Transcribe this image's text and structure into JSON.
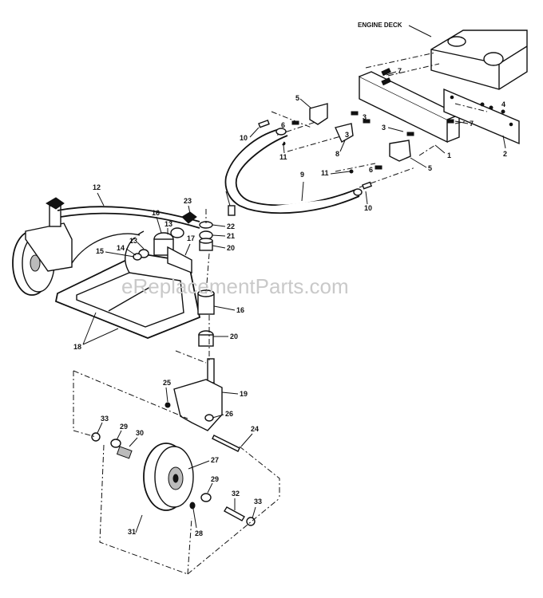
{
  "header": {
    "engine_deck": "ENGINE DECK"
  },
  "watermark": "eReplacementParts.com",
  "callouts": {
    "c1": "1",
    "c2": "2",
    "c3a": "3",
    "c3b": "3",
    "c3c": "3",
    "c4": "4",
    "c5a": "5",
    "c5b": "5",
    "c6a": "6",
    "c6b": "6",
    "c7a": "7",
    "c7b": "7",
    "c8": "8",
    "c9": "9",
    "c10a": "10",
    "c10b": "10",
    "c11a": "11",
    "c11b": "11",
    "c12": "12",
    "c13a": "13",
    "c13b": "13",
    "c14": "14",
    "c15": "15",
    "c16a": "16",
    "c16b": "16",
    "c17": "17",
    "c18": "18",
    "c19": "19",
    "c20a": "20",
    "c20b": "20",
    "c21": "21",
    "c22": "22",
    "c23": "23",
    "c24": "24",
    "c25": "25",
    "c26": "26",
    "c27": "27",
    "c28": "28",
    "c29a": "29",
    "c29b": "29",
    "c30": "30",
    "c31": "31",
    "c32": "32",
    "c33a": "33",
    "c33b": "33"
  }
}
